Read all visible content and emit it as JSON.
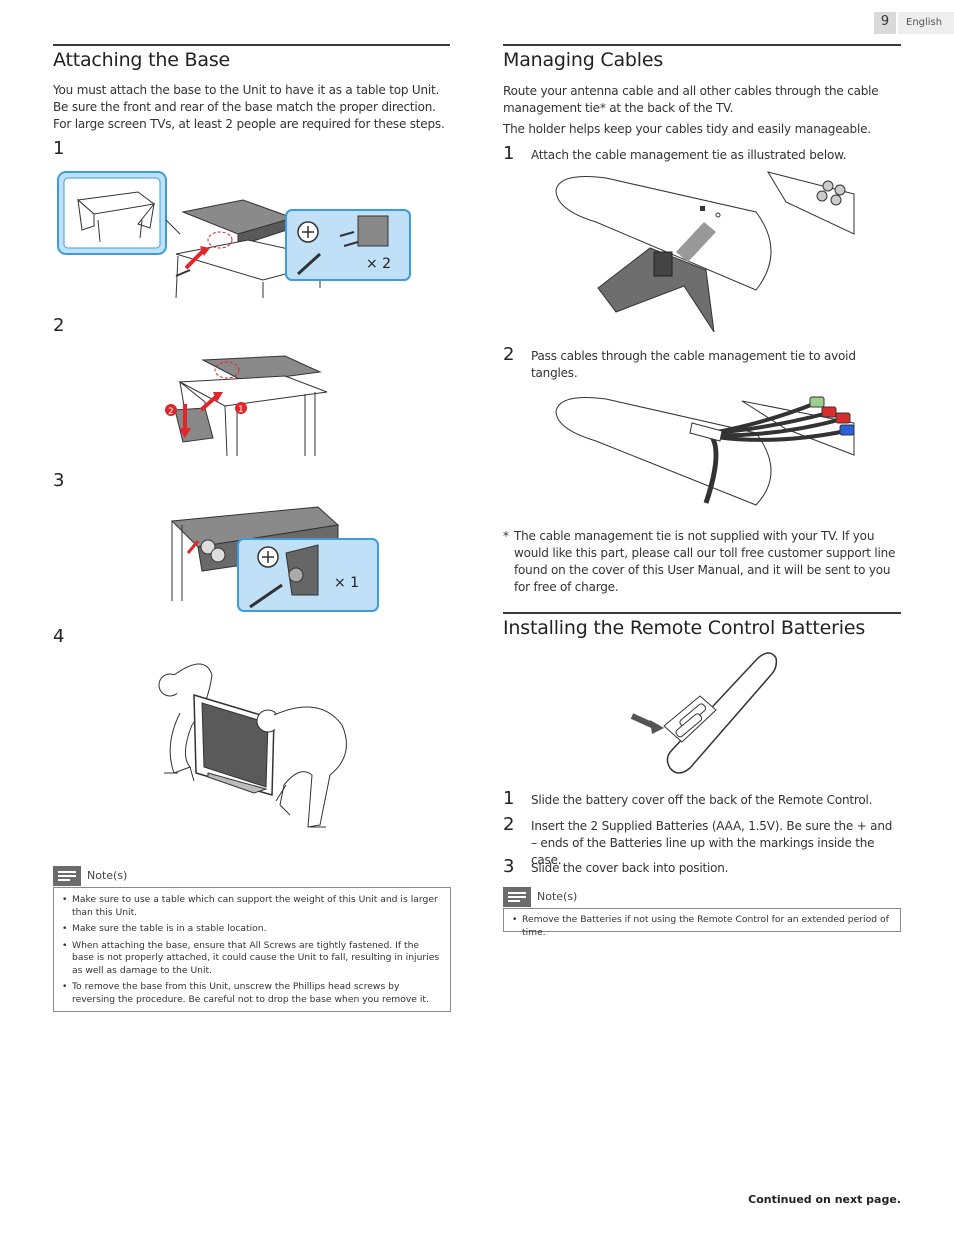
{
  "header": {
    "page_number": "9",
    "language": "English"
  },
  "left": {
    "title": "Attaching the Base",
    "intro": "You must attach the base to the Unit to have it as a table top Unit. Be sure the front and rear of the base match the proper direction. For large screen TVs, at least 2 people are required for these steps.",
    "steps": [
      {
        "number": "1"
      },
      {
        "number": "2"
      },
      {
        "number": "3"
      },
      {
        "number": "4"
      }
    ],
    "figure_labels": {
      "screws_x2": "× 2",
      "screws_x1": "× 1",
      "badge_1": "1",
      "badge_2": "2"
    },
    "notes": {
      "label": "Note(s)",
      "items": [
        "Make sure to use a table which can support the weight of this Unit and is larger than this Unit.",
        "Make sure the table is in a stable location.",
        "When attaching the base, ensure that All Screws are tightly fastened. If the base is not properly attached, it could cause the Unit to fall, resulting in injuries as well as damage to the Unit.",
        "To remove the base from this Unit, unscrew the Phillips head screws by reversing the procedure. Be careful not to drop the base when you remove it."
      ]
    }
  },
  "right": {
    "cables": {
      "title": "Managing Cables",
      "intro_1": "Route your antenna cable and all other cables through the cable management tie* at the back of the TV.",
      "intro_2": "The holder helps keep your cables tidy and easily manageable.",
      "steps": [
        {
          "number": "1",
          "text": "Attach the cable management tie as illustrated below."
        },
        {
          "number": "2",
          "text": "Pass cables through the cable management tie to avoid tangles."
        }
      ],
      "footnote_mark": "*",
      "footnote": "The cable management tie is not supplied with your TV. If you would like this part, please call our toll free customer support line found on the cover of this User Manual, and it will be sent to you for free of charge."
    },
    "batteries": {
      "title": "Installing the Remote Control Batteries",
      "steps": [
        {
          "number": "1",
          "text": "Slide the battery cover off the back of the Remote Control."
        },
        {
          "number": "2",
          "text": "Insert the 2 Supplied Batteries (AAA, 1.5V). Be sure the + and – ends of the Batteries line up with the markings inside the case."
        },
        {
          "number": "3",
          "text": "Slide the cover back into position."
        }
      ],
      "notes": {
        "label": "Note(s)",
        "items": [
          "Remove the Batteries if not using the Remote Control for an extended period of time."
        ]
      }
    }
  },
  "footer": {
    "continued": "Continued on next page."
  },
  "colors": {
    "accent_blue": "#3d9be0",
    "light_blue": "#bfe0f7",
    "arrow_red": "#e0252b",
    "rule": "#3a3a3a"
  }
}
